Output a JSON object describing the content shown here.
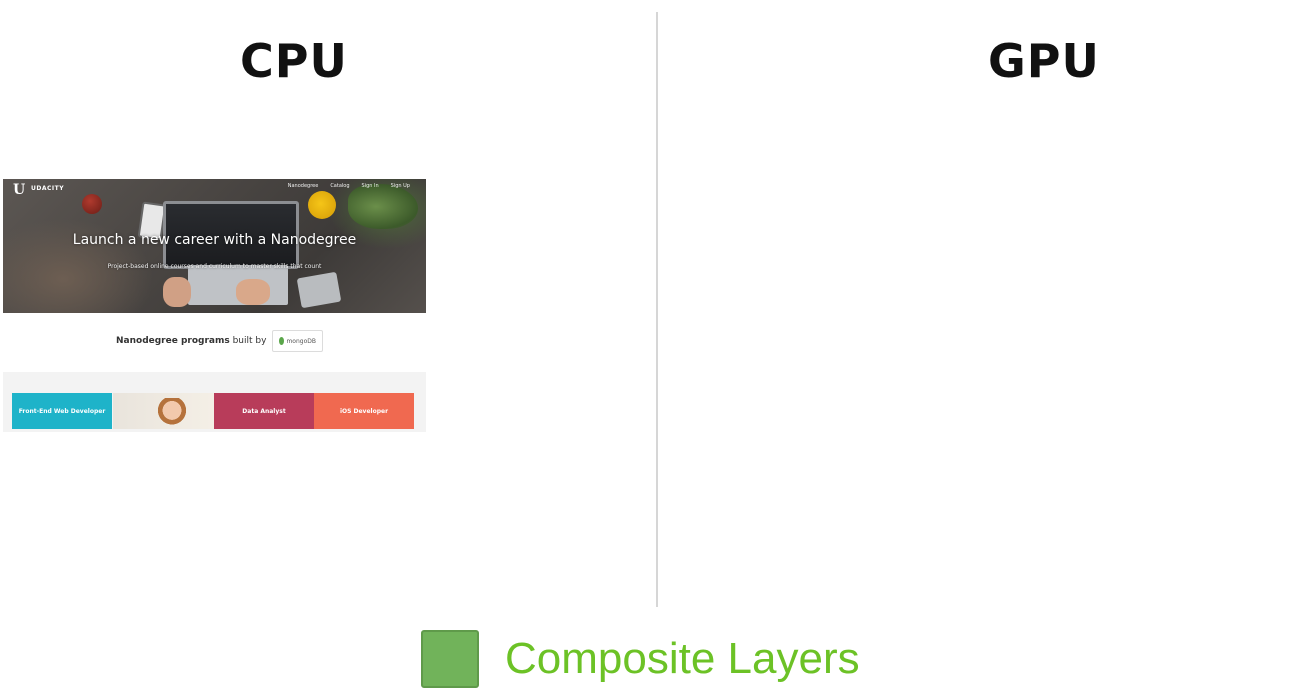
{
  "columns": {
    "cpu_title": "CPU",
    "gpu_title": "GPU"
  },
  "website": {
    "logo_mark": "U",
    "logo_text": "UDACITY",
    "nav": [
      "Nanodegree",
      "Catalog",
      "Sign In",
      "Sign Up"
    ],
    "hero_title": "Launch a new career with a Nanodegree",
    "hero_subtitle": "Project-based online courses and curriculum to master skills that count",
    "built_by_bold": "Nanodegree programs",
    "built_by_rest": " built by",
    "partner_name": "mongoDB",
    "programs": [
      "Front-End Web Developer",
      "Data Analyst",
      "iOS Developer"
    ]
  },
  "legend": {
    "label": "Composite Layers",
    "color": "#71b35a"
  }
}
